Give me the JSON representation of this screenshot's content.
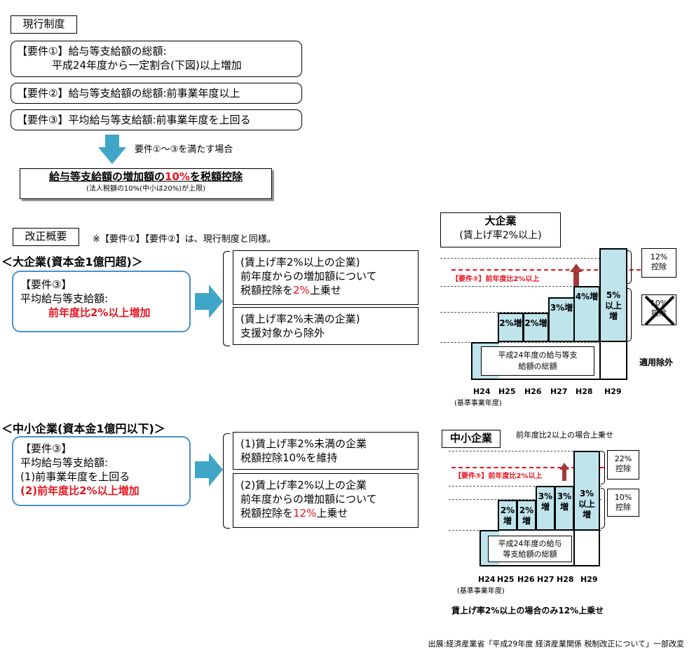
{
  "current": {
    "title": "現行制度",
    "req1_line1": "【要件①】給与等支給額の総額:",
    "req1_line2": "平成24年度から一定割合(下図)以上増加",
    "req2": "【要件②】給与等支給額の総額:前事業年度以上",
    "req3": "【要件③】平均給与等支給額:前事業年度を上回る",
    "arrow_note": "要件①～③を満たす場合",
    "result_pre": "給与等支給額の増加額の",
    "result_pct": "10%",
    "result_post": "を税額控除",
    "result_note": "(法人税額の10%(中小は20%)が上限)"
  },
  "reform": {
    "title": "改正概要",
    "note": "※【要件①】【要件②】は、現行制度と同様。"
  },
  "large": {
    "heading": "＜大企業(資本金1億円超)＞",
    "req_line1": "【要件③】",
    "req_line2": "平均給与等支給額:",
    "req_line3": "前年度比2%以上増加",
    "res1_line1": "(賃上げ率2%以上の企業)",
    "res1_line2": "前年度からの増加額について",
    "res1_pre": "税額控除を",
    "res1_pct": "2%",
    "res1_post": "上乗せ",
    "res2_line1": "(賃上げ率2%未満の企業)",
    "res2_line2": "支援対象から除外"
  },
  "sme": {
    "heading": "＜中小企業(資本金1億円以下)＞",
    "req_line1": "【要件③】",
    "req_line2": "平均給与等支給額:",
    "req_line3": "(1)前事業年度を上回る",
    "req_line4": "(2)前年度比2%以上増加",
    "res1_line1": "(1)賃上げ率2%未満の企業",
    "res1_line2": "税額控除10%を維持",
    "res2_line1": "(2)賃上げ率2%以上の企業",
    "res2_line2": "前年度からの増加額について",
    "res2_pre": "税額控除を",
    "res2_pct": "12%",
    "res2_post": "上乗せ"
  },
  "chart_large": {
    "title_line1": "大企業",
    "title_line2": "(賃上げ率2%以上)",
    "red_label": "【要件③】前年度比2%以上",
    "base_label_line1": "平成24年度の給与等支",
    "base_label_line2": "給額の総額",
    "side_top_line1": "12%",
    "side_top_line2": "控除",
    "side_bottom_line1": "10%",
    "side_bottom_line2": "控除",
    "excluded": "適用除外",
    "axis_note": "(基準事業年度)"
  },
  "chart_sme": {
    "title": "中小企業",
    "subtitle": "前年度比2以上の場合上乗せ",
    "red_label": "【要件③】前年度比2%以上",
    "base_label_line1": "平成24年度の給与",
    "base_label_line2": "等支給額の総額",
    "side_top_line1": "22%",
    "side_top_line2": "控除",
    "side_bottom_line1": "10%",
    "side_bottom_line2": "控除",
    "axis_note": "(基準事業年度)",
    "footer": "賃上げ率2%以上の場合のみ12%上乗せ"
  },
  "chart_data": [
    {
      "type": "bar",
      "title": "大企業",
      "categories": [
        "H24",
        "H25",
        "H26",
        "H27",
        "H28",
        "H29"
      ],
      "bar_labels": [
        "",
        "2%増",
        "2%増",
        "3%増",
        "4%増",
        "5%以上増"
      ]
    },
    {
      "type": "bar",
      "title": "中小企業",
      "categories": [
        "H24",
        "H25",
        "H26",
        "H27",
        "H28",
        "H29"
      ],
      "bar_labels": [
        "",
        "2%増",
        "2%増",
        "3%増",
        "3%増",
        "3%以上増"
      ]
    }
  ],
  "source": "出展:経済産業省「平成29年度 経済産業関係 税制改正について」一部改変",
  "colors": {
    "red": "#e8141e",
    "blue_border": "#4a8fd0",
    "arrow": "#3fa6c8",
    "bar_fill": "#bfe4ec",
    "up_arrow": "#a33a3a"
  }
}
